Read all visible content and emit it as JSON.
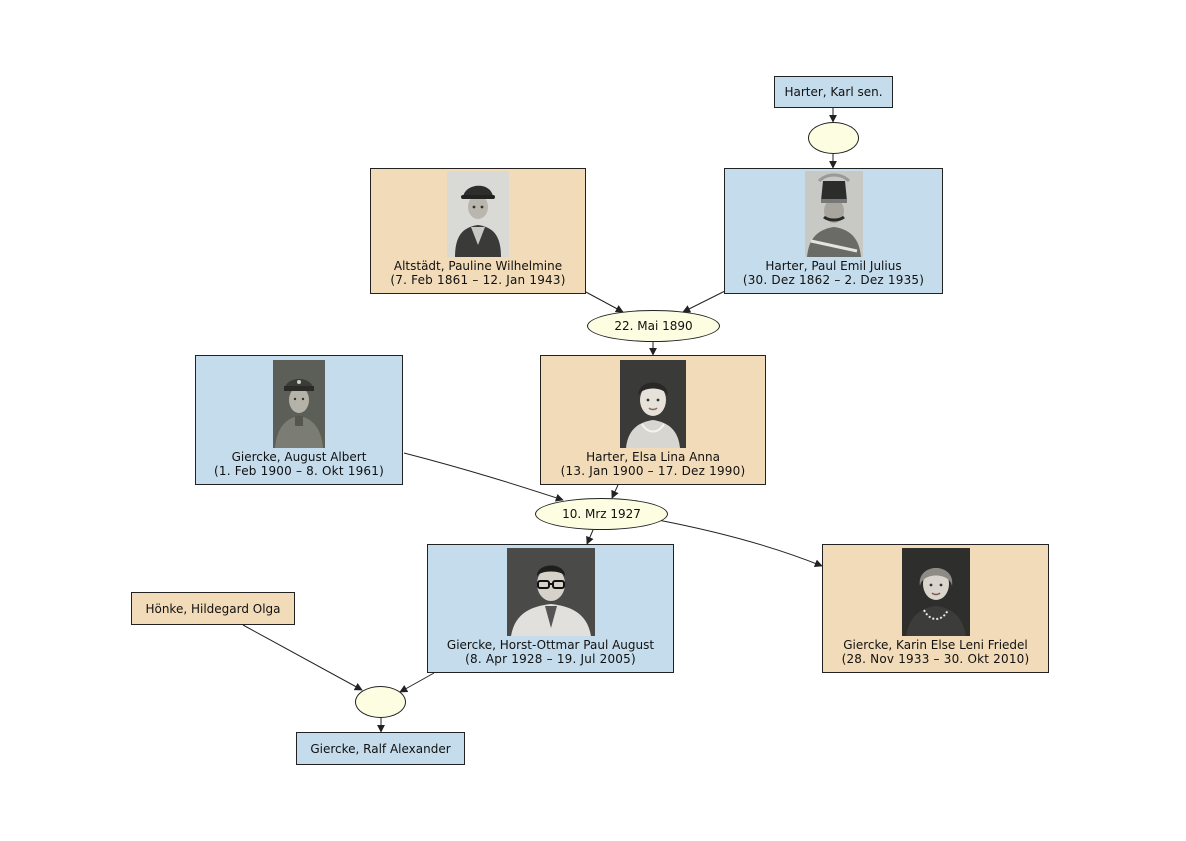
{
  "people": {
    "karl_sen": {
      "name": "Harter, Karl sen.",
      "dates": "",
      "sex": "male"
    },
    "pauline": {
      "name": "Altstädt, Pauline Wilhelmine",
      "dates": "(7. Feb 1861 – 12. Jan 1943)",
      "sex": "female",
      "photo": "woman-hat-portrait"
    },
    "paul": {
      "name": "Harter, Paul Emil Julius",
      "dates": "(30. Dez 1862 – 2. Dez 1935)",
      "sex": "male",
      "photo": "soldier-shako-portrait"
    },
    "august": {
      "name": "Giercke, August Albert",
      "dates": "(1. Feb 1900 – 8. Okt 1961)",
      "sex": "male",
      "photo": "soldier-cap-portrait"
    },
    "elsa": {
      "name": "Harter, Elsa Lina Anna",
      "dates": "(13. Jan 1900 – 17. Dez 1990)",
      "sex": "female",
      "photo": "young-woman-portrait"
    },
    "horst": {
      "name": "Giercke, Horst-Ottmar Paul August",
      "dates": "(8. Apr 1928 – 19. Jul 2005)",
      "sex": "male",
      "photo": "man-glasses-portrait"
    },
    "karin": {
      "name": "Giercke, Karin Else Leni Friedel",
      "dates": "(28. Nov 1933 – 30. Okt 2010)",
      "sex": "female",
      "photo": "young-woman-necklace-portrait"
    },
    "hildegard": {
      "name": "Hönke, Hildegard Olga",
      "dates": "",
      "sex": "female"
    },
    "ralf": {
      "name": "Giercke, Ralf Alexander",
      "dates": "",
      "sex": "male"
    }
  },
  "families": {
    "fam_karl": {
      "label": ""
    },
    "fam_1890": {
      "label": "22. Mai 1890"
    },
    "fam_1927": {
      "label": "10. Mrz 1927"
    },
    "fam_horst": {
      "label": ""
    }
  },
  "colors": {
    "male": "#c5dcec",
    "female": "#f2dbb8",
    "family": "#fdfde2",
    "edge": "#222222"
  }
}
